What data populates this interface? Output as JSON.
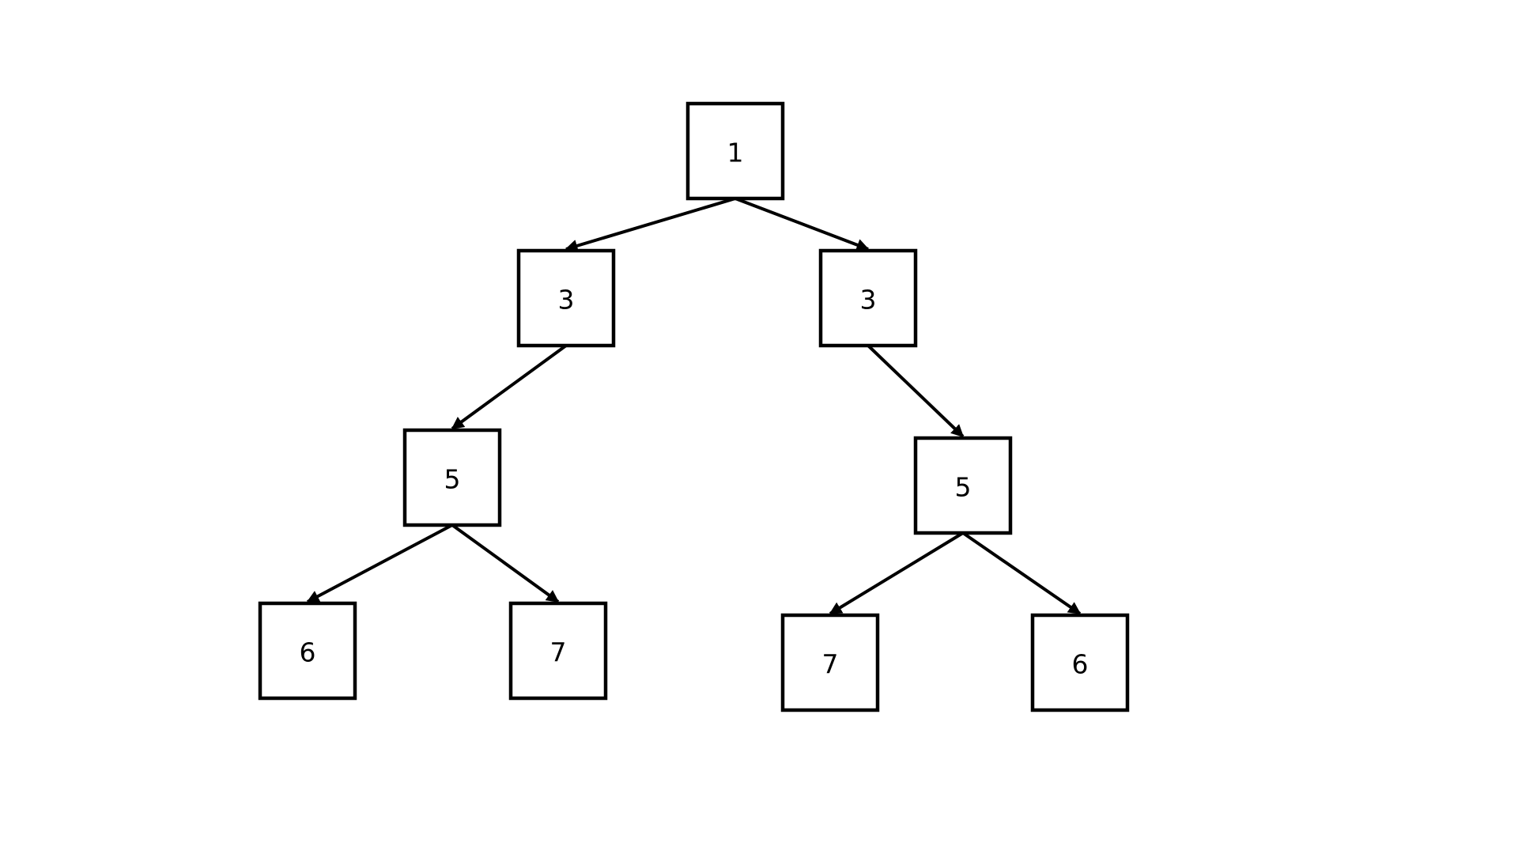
{
  "diagram": {
    "type": "binary-tree",
    "stroke_color": "#000000",
    "background_color": "#ffffff",
    "nodes": [
      {
        "id": "n1",
        "label": "1"
      },
      {
        "id": "n2",
        "label": "3"
      },
      {
        "id": "n3",
        "label": "3"
      },
      {
        "id": "n4",
        "label": "5"
      },
      {
        "id": "n5",
        "label": "5"
      },
      {
        "id": "n6",
        "label": "6"
      },
      {
        "id": "n7",
        "label": "7"
      },
      {
        "id": "n8",
        "label": "7"
      },
      {
        "id": "n9",
        "label": "6"
      }
    ],
    "edges": [
      {
        "from": "n1",
        "to": "n2"
      },
      {
        "from": "n1",
        "to": "n3"
      },
      {
        "from": "n2",
        "to": "n4"
      },
      {
        "from": "n3",
        "to": "n5"
      },
      {
        "from": "n4",
        "to": "n6"
      },
      {
        "from": "n4",
        "to": "n7"
      },
      {
        "from": "n5",
        "to": "n8"
      },
      {
        "from": "n5",
        "to": "n9"
      }
    ]
  }
}
